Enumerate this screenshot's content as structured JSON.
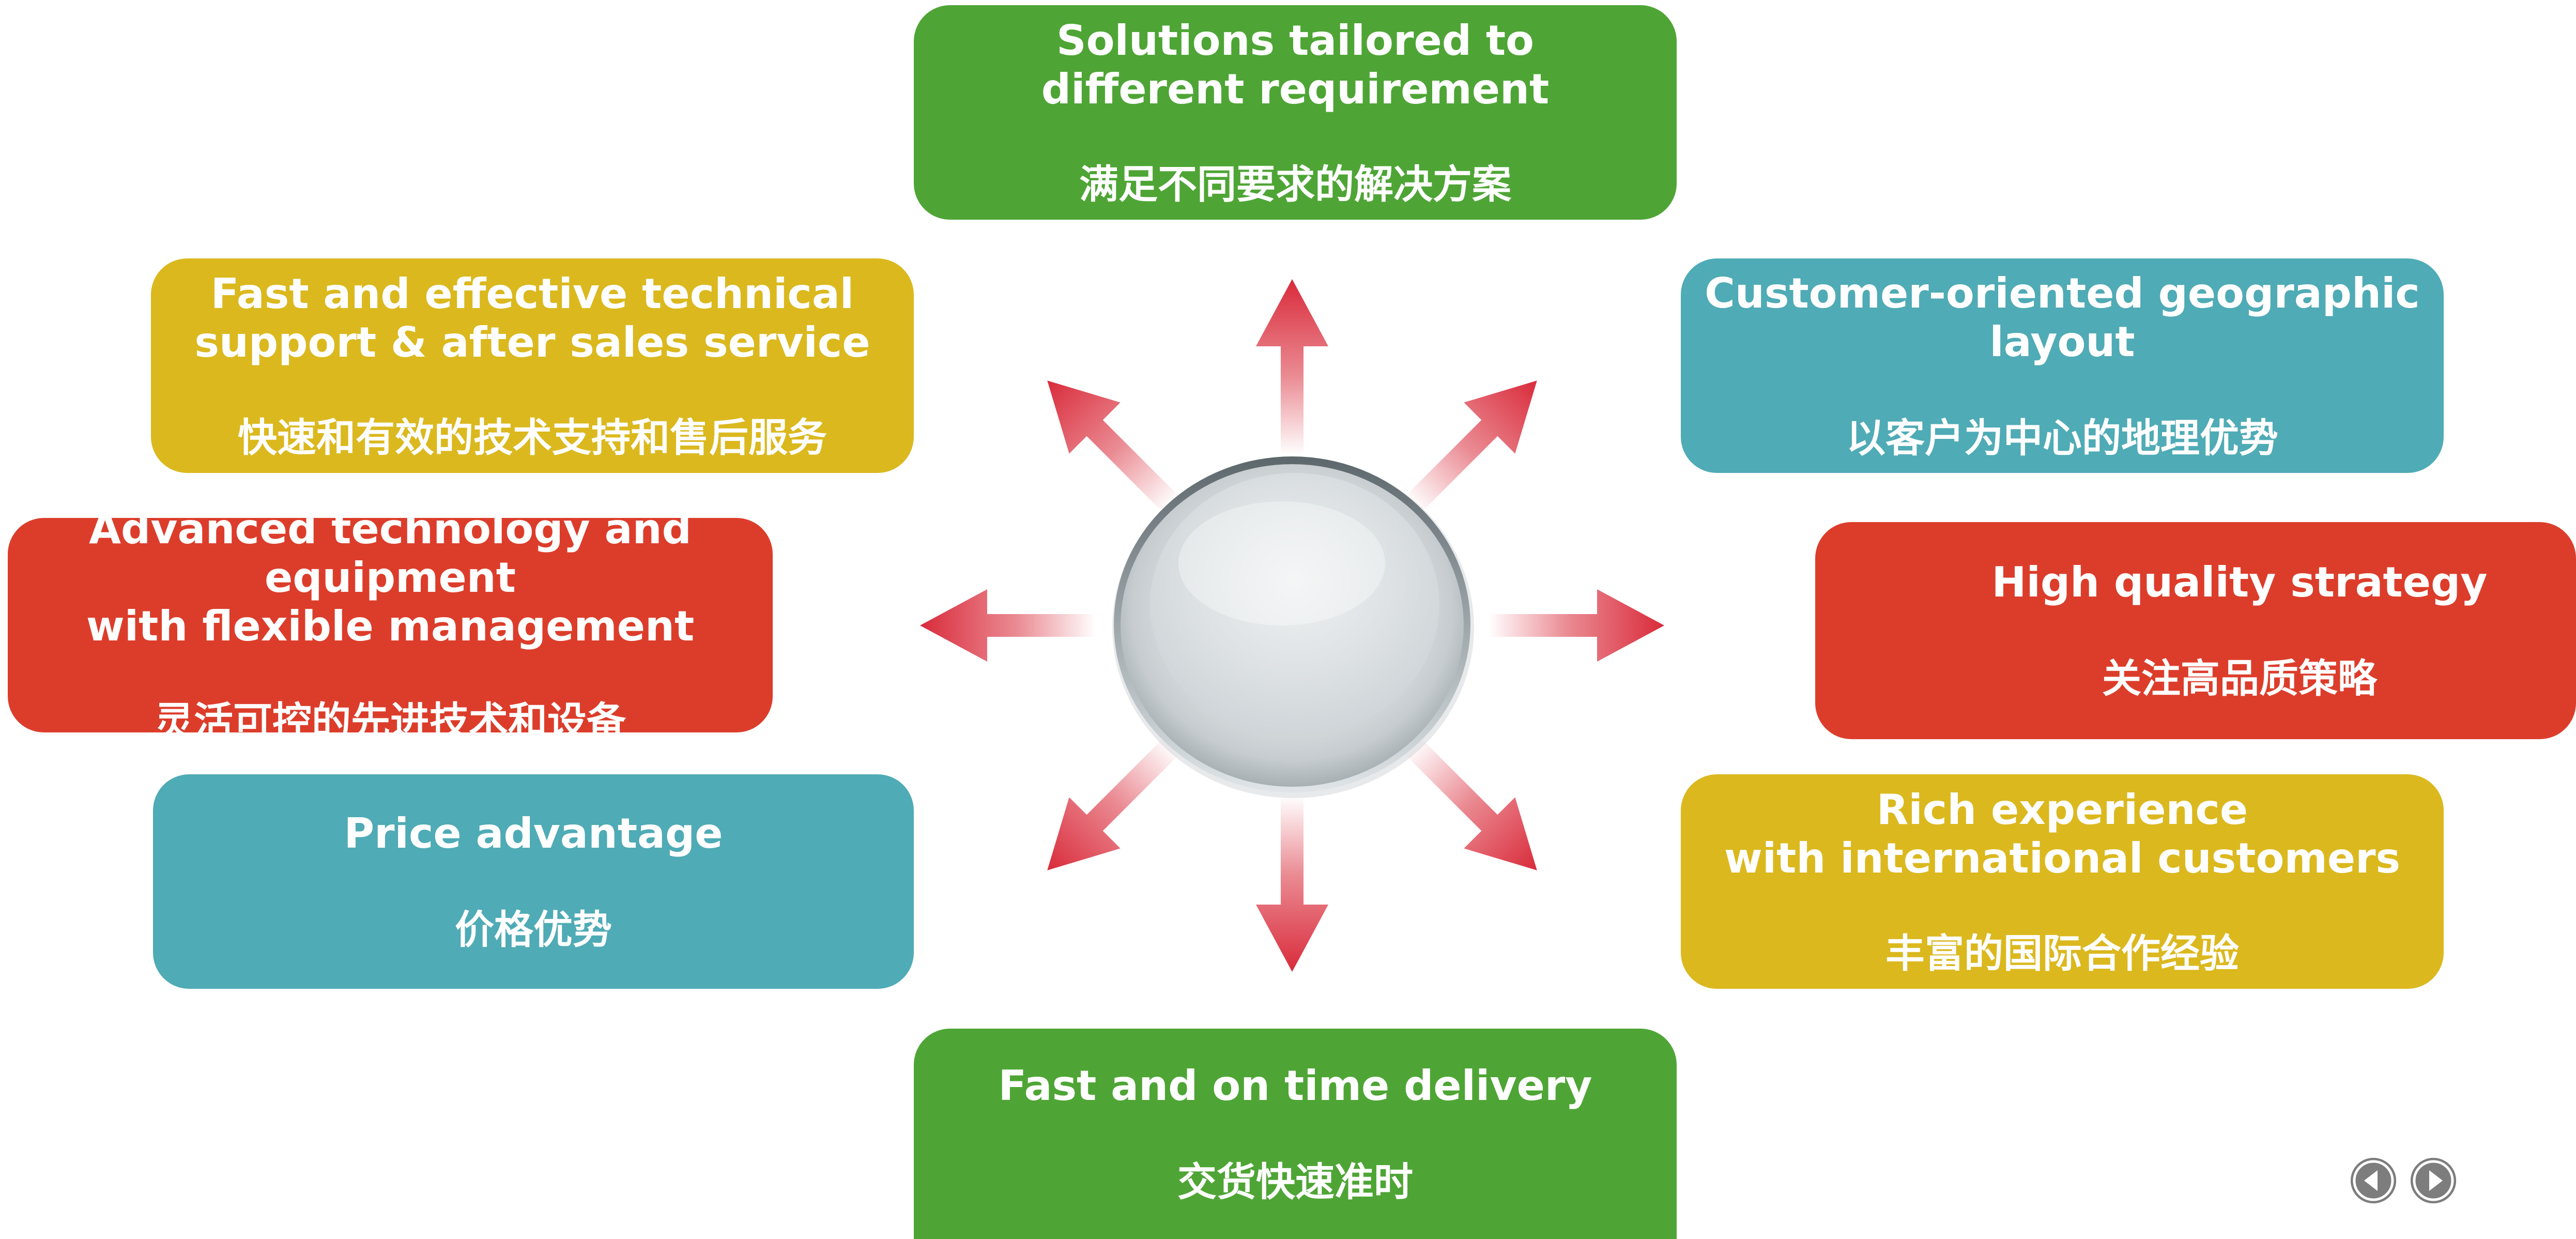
{
  "colors": {
    "green": "#4ea535",
    "yellow": "#dbb81e",
    "teal": "#4fabb5",
    "red": "#dc3d2b",
    "arrow": "#d92b3a",
    "nav": "#7d7d7d"
  },
  "boxes": {
    "top": {
      "en": "Solutions tailored to\ndifferent requirement",
      "zh": "满足不同要求的解决方案",
      "color": "green"
    },
    "upper_left": {
      "en": "Fast and effective technical\nsupport & after sales service",
      "zh": "快速和有效的技术支持和售后服务",
      "color": "yellow"
    },
    "upper_right": {
      "en": "Customer-oriented geographic layout",
      "zh": "以客户为中心的地理优势",
      "color": "teal"
    },
    "left": {
      "en": "Advanced technology and equipment\nwith flexible management",
      "zh": "灵活可控的先进技术和设备",
      "color": "red"
    },
    "right": {
      "en": "High quality strategy",
      "zh": "关注高品质策略",
      "color": "red"
    },
    "lower_left": {
      "en": "Price advantage",
      "zh": "价格优势",
      "color": "teal"
    },
    "lower_right": {
      "en": "Rich experience\nwith international customers",
      "zh": "丰富的国际合作经验",
      "color": "yellow"
    },
    "bottom": {
      "en": "Fast and on time delivery",
      "zh": "交货快速准时",
      "color": "green"
    }
  },
  "nav": {
    "prev_icon": "chevron-left-icon",
    "next_icon": "chevron-right-icon"
  }
}
